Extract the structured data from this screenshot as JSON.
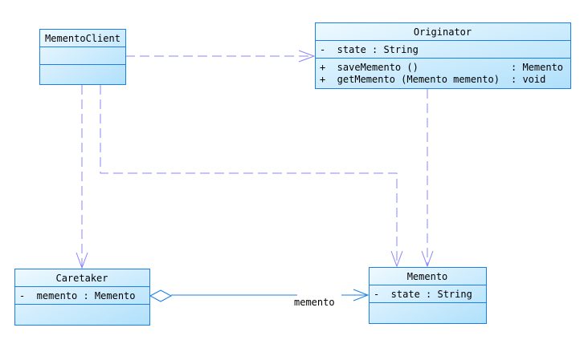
{
  "colors": {
    "box_border": "#1a7fe8",
    "dependency": "#8a84ff",
    "association": "#1a7fe8",
    "box_fill_top": "#eef9ff",
    "box_fill_bottom": "#b0e0fb"
  },
  "classes": {
    "client": {
      "name": "MementoClient",
      "attributes": [],
      "operations": []
    },
    "originator": {
      "name": "Originator",
      "attributes": [
        "-  state : String"
      ],
      "operations": [
        {
          "sig": "+  saveMemento ()",
          "ret": ": Memento"
        },
        {
          "sig": "+  getMemento (Memento memento)",
          "ret": ": void"
        }
      ]
    },
    "caretaker": {
      "name": "Caretaker",
      "attributes": [
        "-  memento : Memento"
      ],
      "operations": []
    },
    "memento": {
      "name": "Memento",
      "attributes": [
        "-  state : String"
      ],
      "operations": []
    }
  },
  "relations": {
    "aggregation_label": "memento"
  }
}
